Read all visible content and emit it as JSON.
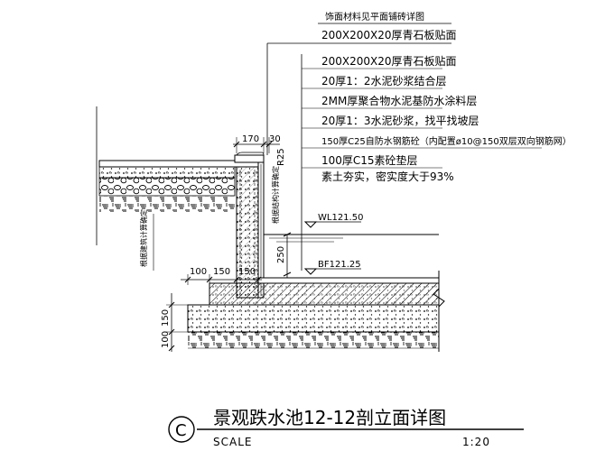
{
  "notes": [
    "饰面材料见平面铺砖详图",
    "200X200X20厚青石板贴面",
    "200X200X20厚青石板贴面",
    "20厚1：2水泥砂浆结合层",
    "2MM厚聚合物水泥基防水涂料层",
    "20厚1：3水泥砂浆，找平找坡层",
    "150厚C25自防水钢筋砼（内配置ø10@150双层双向钢筋网）",
    "100厚C15素砼垫层",
    "素土夯实，密实度大于93%"
  ],
  "dims_top": [
    "170",
    "30",
    "R25"
  ],
  "dims_bottom": [
    "100",
    "150",
    "150"
  ],
  "dims_left": [
    "150",
    "100"
  ],
  "dim_water": "250",
  "levels": {
    "wl": "WL121.50",
    "bf": "BF121.25"
  },
  "vertical_notes": [
    "根据建筑计算确定",
    "根据结构计算确定"
  ],
  "title": {
    "mark": "C",
    "main": "景观跌水池12-12剖立面详图",
    "scale_label": "SCALE",
    "scale_value": "1:20"
  }
}
